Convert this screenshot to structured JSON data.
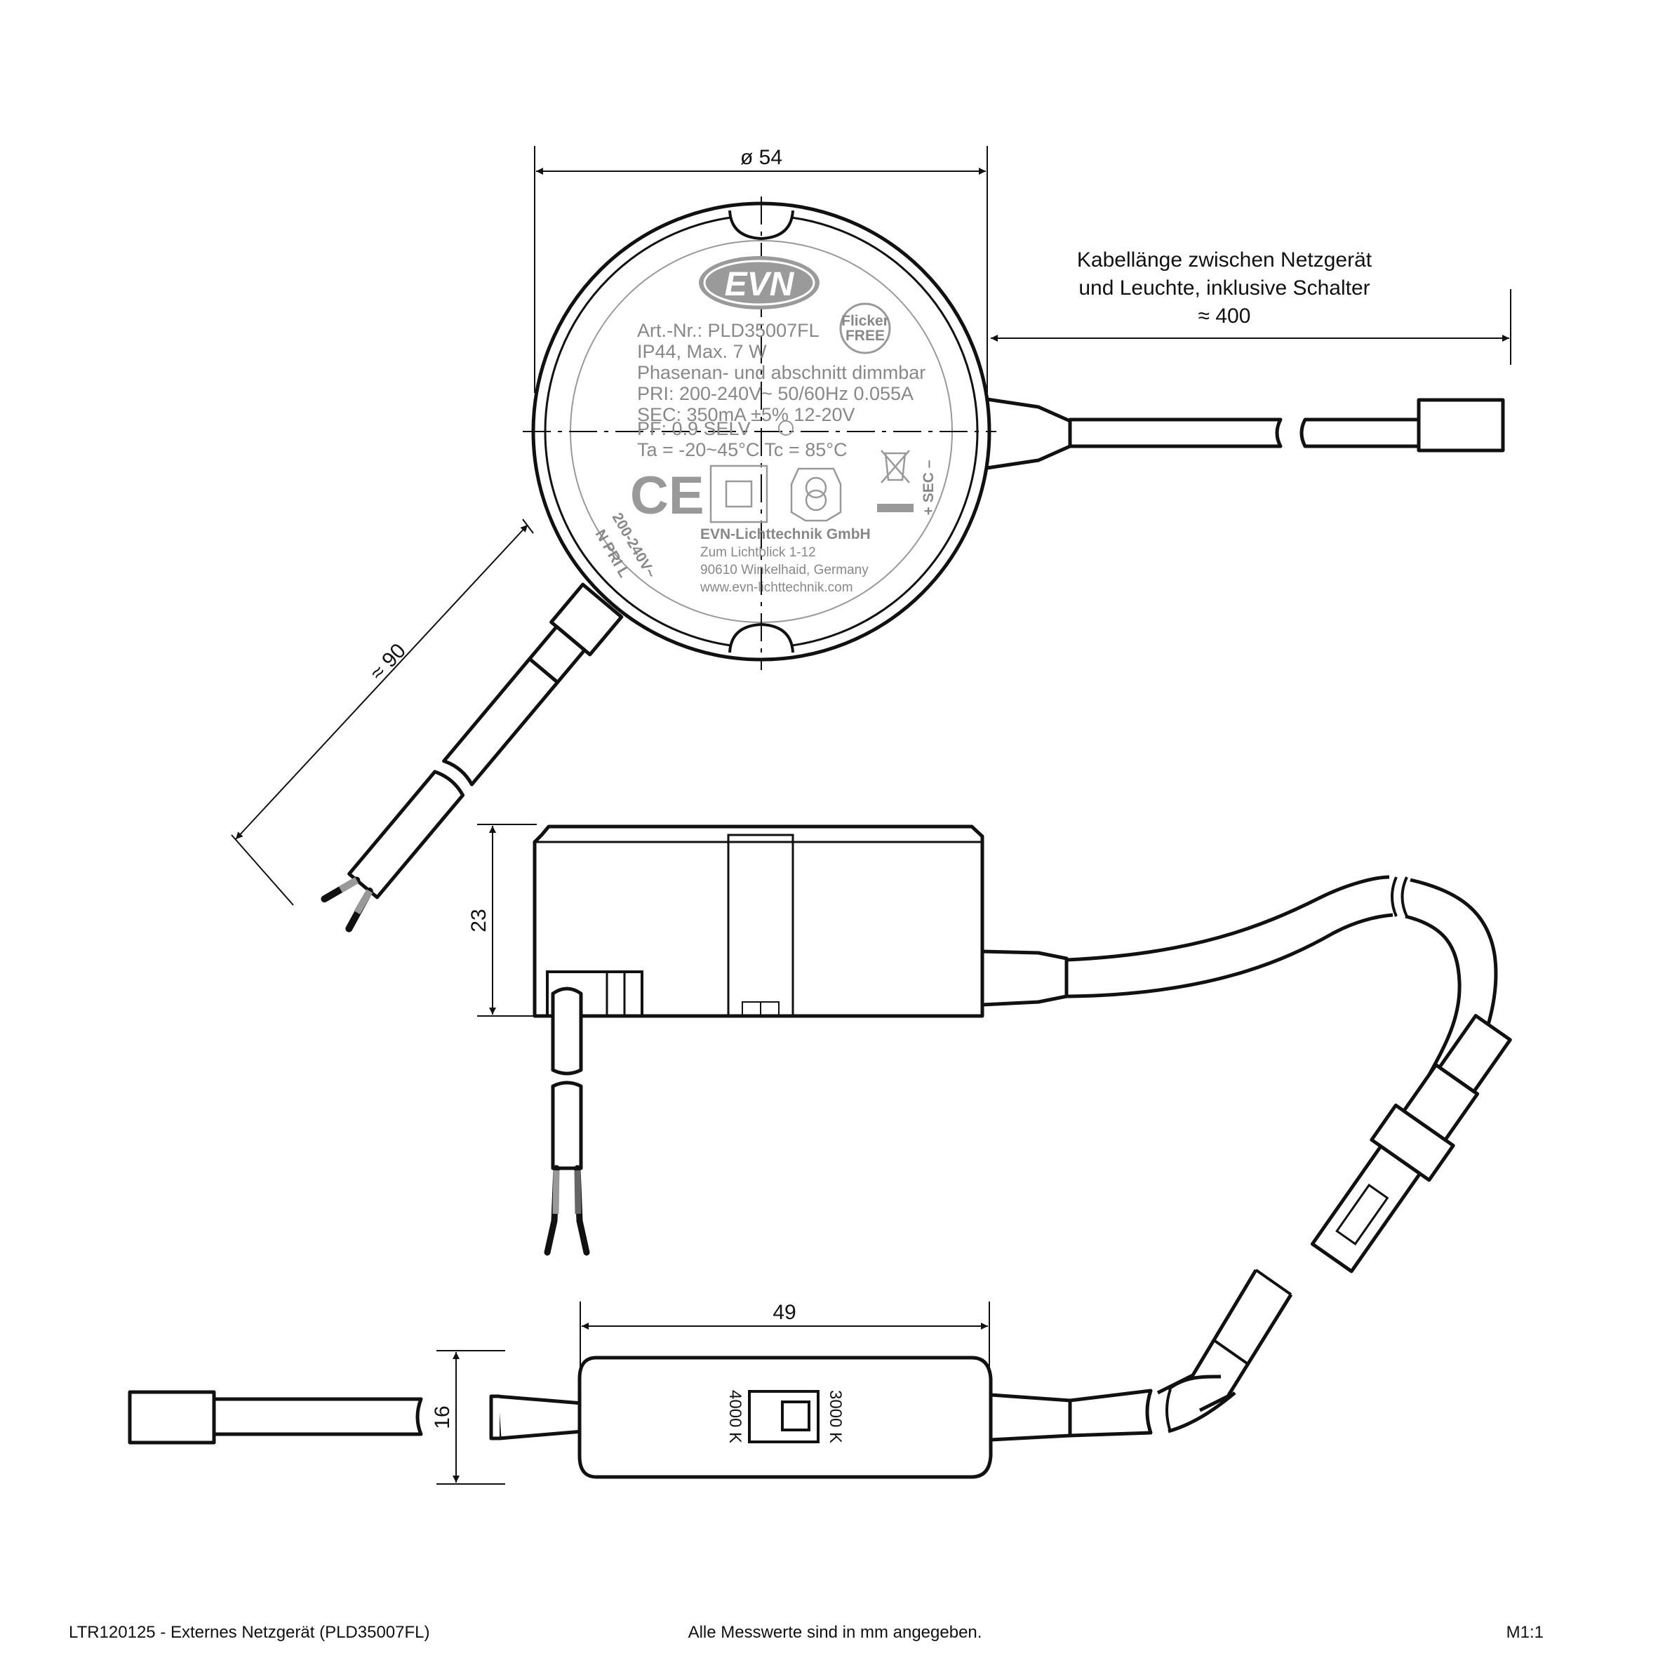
{
  "colors": {
    "line": "#111111",
    "label_grey": "#888888",
    "logo_grey": "#9a9a9a",
    "background": "#ffffff"
  },
  "dimensions": {
    "diameter": "ø 54",
    "cable_text_line1": "Kabellänge zwischen Netzgerät",
    "cable_text_line2": "und Leuchte, inklusive Schalter",
    "cable_length": "≈ 400",
    "primary_cable": "≈ 90",
    "height": "23",
    "switch_width": "49",
    "switch_height": "16"
  },
  "label": {
    "logo": "EVN",
    "article": "Art.-Nr.: PLD35007FL",
    "protection": "IP44, Max. 7 W",
    "dimming": "Phasenan- und abschnitt dimmbar",
    "primary": "PRI: 200-240V~ 50/60Hz 0.055A",
    "secondary": "SEC: 350mA ±5% 12-20V",
    "pf": "PF: 0.9 SELV",
    "temperatures": "Ta = -20~45°C  Tc = 85°C",
    "flicker_line1": "Flicker",
    "flicker_line2": "FREE",
    "ce_mark": "CE",
    "sec_terminal": "+ SEC –",
    "pri_voltage": "200-240V~",
    "pri_terminal": "N PRI L",
    "manufacturer": "EVN-Lichttechnik GmbH",
    "street": "Zum Lichtblick 1-12",
    "city": "90610 Winkelhaid, Germany",
    "website": "www.evn-lichttechnik.com"
  },
  "switch": {
    "label_left": "4000 K",
    "label_right": "3000 K"
  },
  "footer": {
    "left": "LTR120125 - Externes Netzgerät (PLD35007FL)",
    "center": "Alle Messwerte sind in mm angegeben.",
    "right": "M1:1"
  }
}
